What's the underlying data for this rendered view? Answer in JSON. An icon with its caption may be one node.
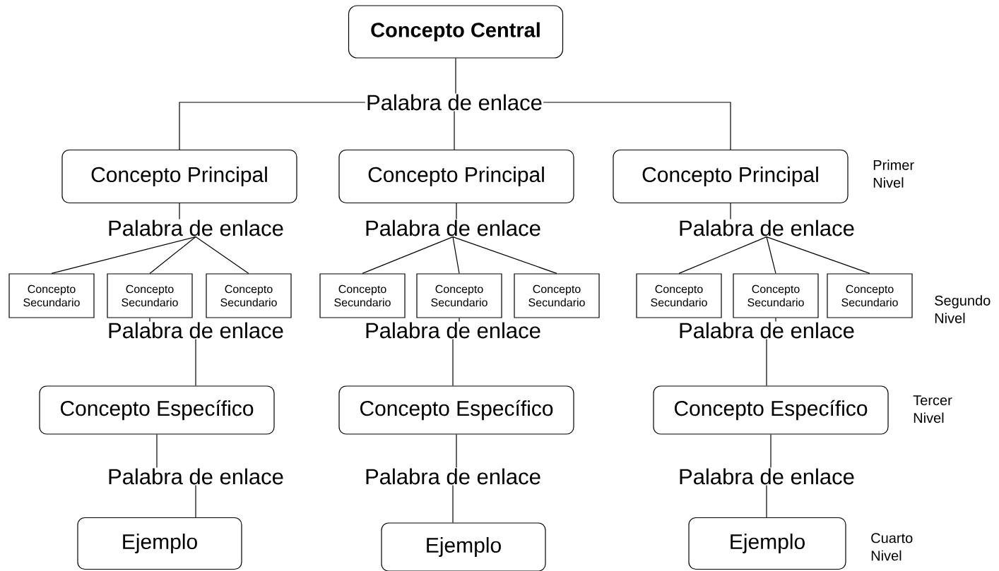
{
  "diagram": {
    "nodes": [
      {
        "text": [
          "Concepto Central"
        ]
      },
      {
        "text": [
          "Palabra de enlace"
        ]
      },
      {
        "text": [
          "Concepto Principal"
        ]
      },
      {
        "text": [
          "Concepto Principal"
        ]
      },
      {
        "text": [
          "Concepto Principal"
        ]
      },
      {
        "text": [
          "Palabra de enlace"
        ]
      },
      {
        "text": [
          "Palabra de enlace"
        ]
      },
      {
        "text": [
          "Palabra de enlace"
        ]
      },
      {
        "text": [
          "Concepto Secundario"
        ]
      },
      {
        "text": [
          "Concepto Secundario"
        ]
      },
      {
        "text": [
          "Concepto Secundario"
        ]
      },
      {
        "text": [
          "Concepto Secundario"
        ]
      },
      {
        "text": [
          "Concepto Secundario"
        ]
      },
      {
        "text": [
          "Concepto Secundario"
        ]
      },
      {
        "text": [
          "Concepto Secundario"
        ]
      },
      {
        "text": [
          "Concepto Secundario"
        ]
      },
      {
        "text": [
          "Concepto Secundario"
        ]
      },
      {
        "text": [
          "Palabra de enlace"
        ]
      },
      {
        "text": [
          "Palabra de enlace"
        ]
      },
      {
        "text": [
          "Palabra de enlace"
        ]
      },
      {
        "text": [
          "Concepto Específico"
        ]
      },
      {
        "text": [
          "Concepto Específico"
        ]
      },
      {
        "text": [
          "Concepto Específico"
        ]
      },
      {
        "text": [
          "Palabra de enlace"
        ]
      },
      {
        "text": [
          "Palabra de enlace"
        ]
      },
      {
        "text": [
          "Palabra de enlace"
        ]
      },
      {
        "text": [
          "Ejemplo"
        ]
      },
      {
        "text": [
          "Ejemplo"
        ]
      },
      {
        "text": [
          "Ejemplo"
        ]
      }
    ],
    "edges": [
      {
        "from": 0,
        "to": 1,
        "arrow": "none"
      },
      {
        "from": 1,
        "to": 2,
        "arrow": "none"
      },
      {
        "from": 1,
        "to": 3,
        "arrow": "none"
      },
      {
        "from": 1,
        "to": 4,
        "arrow": "none"
      },
      {
        "from": 2,
        "to": 5,
        "arrow": "none"
      },
      {
        "from": 5,
        "to": 8,
        "arrow": "none"
      },
      {
        "from": 5,
        "to": 9,
        "arrow": "none"
      },
      {
        "from": 5,
        "to": 10,
        "arrow": "none"
      },
      {
        "from": 9,
        "to": 17,
        "arrow": "none"
      },
      {
        "from": 17,
        "to": 20,
        "arrow": "none"
      },
      {
        "from": 20,
        "to": 23,
        "arrow": "none"
      },
      {
        "from": 23,
        "to": 26,
        "arrow": "none"
      },
      {
        "from": 3,
        "to": 6,
        "arrow": "none"
      },
      {
        "from": 6,
        "to": 11,
        "arrow": "none"
      },
      {
        "from": 6,
        "to": 12,
        "arrow": "none"
      },
      {
        "from": 6,
        "to": 13,
        "arrow": "none"
      },
      {
        "from": 12,
        "to": 18,
        "arrow": "none"
      },
      {
        "from": 18,
        "to": 21,
        "arrow": "none"
      },
      {
        "from": 21,
        "to": 24,
        "arrow": "none"
      },
      {
        "from": 24,
        "to": 27,
        "arrow": "none"
      },
      {
        "from": 4,
        "to": 7,
        "arrow": "none"
      },
      {
        "from": 7,
        "to": 14,
        "arrow": "none"
      },
      {
        "from": 7,
        "to": 15,
        "arrow": "none"
      },
      {
        "from": 7,
        "to": 16,
        "arrow": "none"
      },
      {
        "from": 15,
        "to": 19,
        "arrow": "none"
      },
      {
        "from": 19,
        "to": 22,
        "arrow": "none"
      },
      {
        "from": 22,
        "to": 25,
        "arrow": "none"
      },
      {
        "from": 25,
        "to": 28,
        "arrow": "none"
      }
    ],
    "labels": [
      "Primer Nivel",
      "Segundo Nivel",
      "Tercer Nivel",
      "Cuarto Nivel"
    ]
  }
}
